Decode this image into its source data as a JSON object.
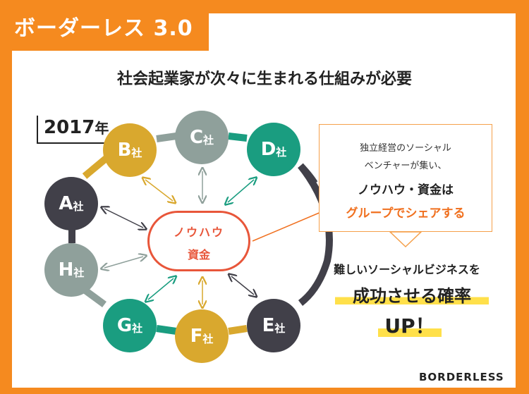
{
  "header": {
    "title": "ボーダーレス 3.0"
  },
  "headline": "社会起業家が次々に生まれる仕組みが必要",
  "year": {
    "number": "2017",
    "suffix": "年"
  },
  "nodes": [
    {
      "letter": "A",
      "suffix": "社",
      "color": "#414049"
    },
    {
      "letter": "B",
      "suffix": "社",
      "color": "#d9a82e"
    },
    {
      "letter": "C",
      "suffix": "社",
      "color": "#8fa09b"
    },
    {
      "letter": "D",
      "suffix": "社",
      "color": "#1a9d80"
    },
    {
      "letter": "E",
      "suffix": "社",
      "color": "#414049"
    },
    {
      "letter": "F",
      "suffix": "社",
      "color": "#d9a82e"
    },
    {
      "letter": "G",
      "suffix": "社",
      "color": "#1a9d80"
    },
    {
      "letter": "H",
      "suffix": "社",
      "color": "#8fa09b"
    }
  ],
  "hub": {
    "line1": "ノウハウ",
    "line2": "資金",
    "color": "#e8563a"
  },
  "callout": {
    "line1": "独立経営のソーシャル",
    "line2": "ベンチャーが集い、",
    "line3": "ノウハウ・資金は",
    "line4": "グループでシェアする"
  },
  "result": {
    "line1": "難しいソーシャルビジネスを",
    "line2": "成功させる確率",
    "line3": "UP！"
  },
  "logo": "BORDERLESS",
  "colors": {
    "orange": "#f58a1f",
    "dark": "#414049",
    "gold": "#d9a82e",
    "grey": "#8fa09b",
    "teal": "#1a9d80",
    "red": "#e8563a",
    "highlight": "#ffe04a"
  }
}
